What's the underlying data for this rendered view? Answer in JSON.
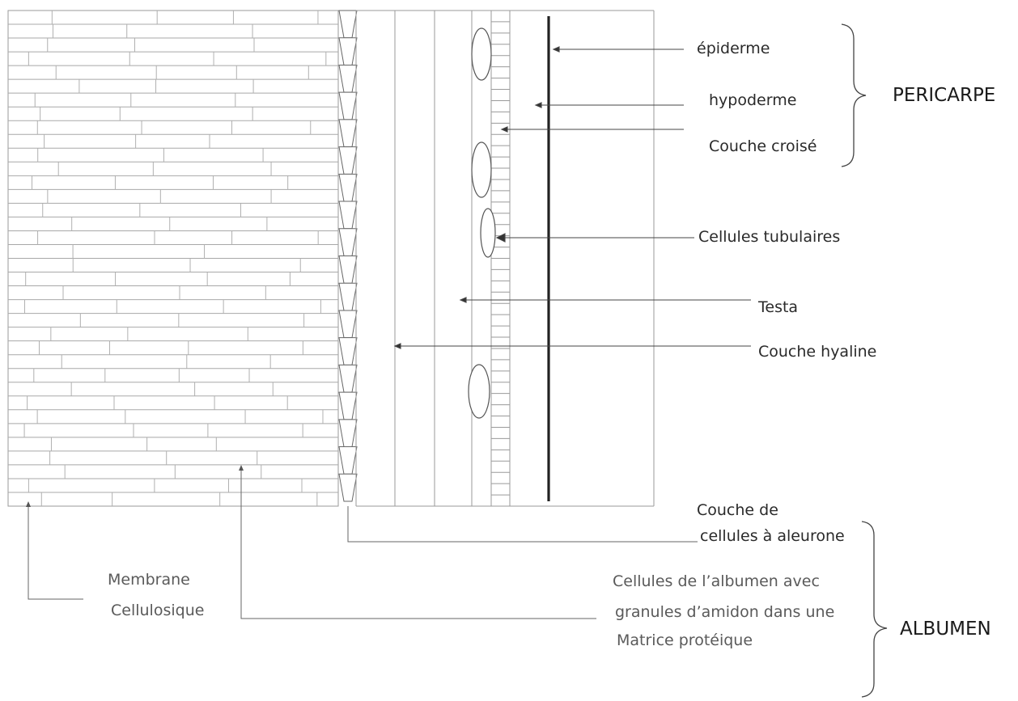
{
  "labels": {
    "epiderme": "épiderme",
    "hypoderme": "hypoderme",
    "couche_croise": "Couche croisé",
    "pericarpe": "PERICARPE",
    "cellules_tubulaires": "Cellules tubulaires",
    "testa": "Testa",
    "couche_hyaline": "Couche hyaline",
    "aleurone_line1": "Couche de",
    "aleurone_line2": "cellules à aleurone",
    "membrane_line1": "Membrane",
    "membrane_line2": "Cellulosique",
    "albumen_cells_line1": "Cellules de l’albumen avec",
    "albumen_cells_line2": "granules d’amidon dans une",
    "albumen_cells_line3": "Matrice protéique",
    "albumen": "ALBUMEN"
  }
}
